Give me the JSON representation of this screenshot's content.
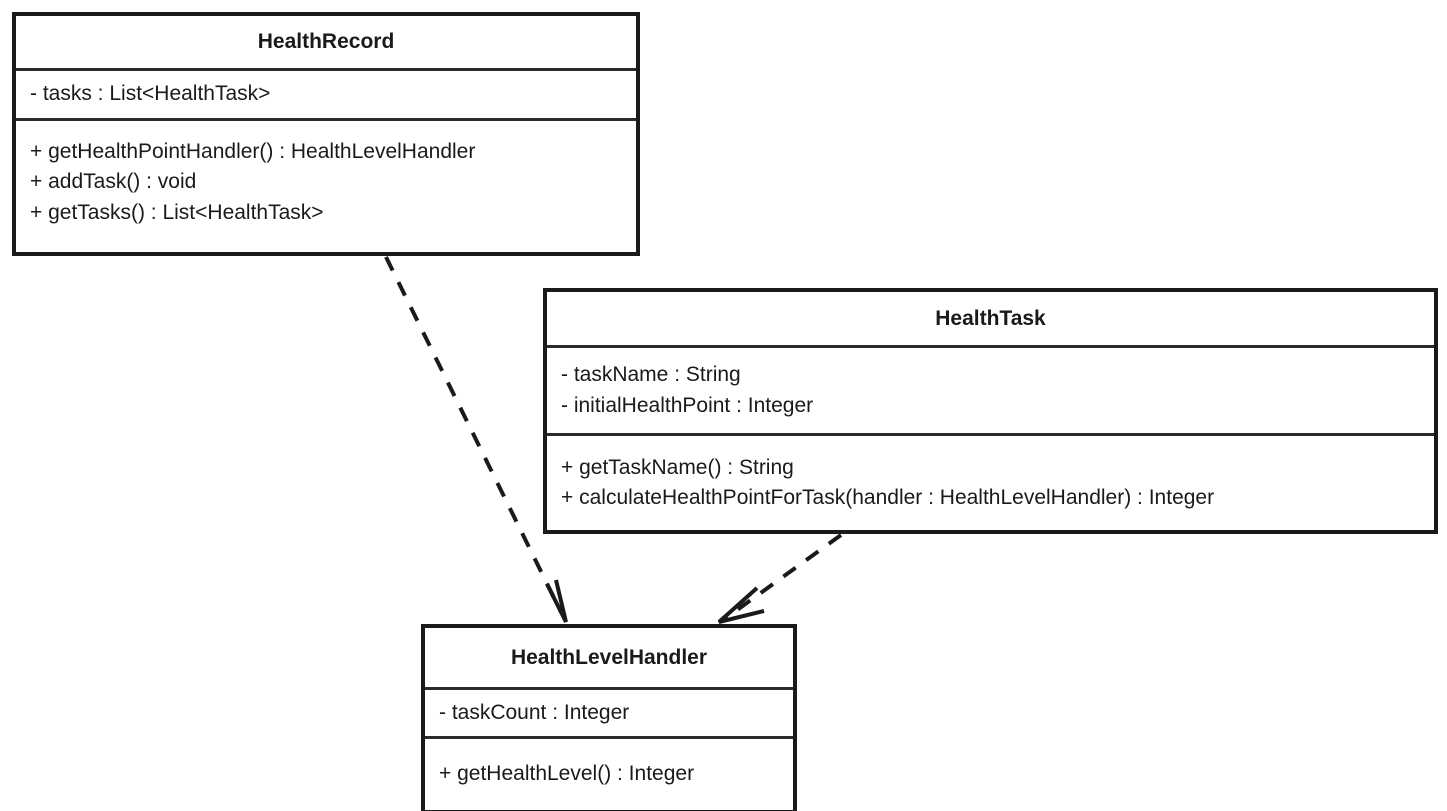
{
  "diagram": {
    "type": "uml-class-diagram",
    "background_color": "#ffffff",
    "line_color": "#1a1a1a",
    "text_color": "#1a1a1a"
  },
  "classes": [
    {
      "id": "health-record",
      "name": "HealthRecord",
      "attributes": [
        "- tasks : List<HealthTask>"
      ],
      "operations": [
        "+ getHealthPointHandler() : HealthLevelHandler",
        "+ addTask() : void",
        "+ getTasks() : List<HealthTask>"
      ]
    },
    {
      "id": "health-task",
      "name": "HealthTask",
      "attributes": [
        "- taskName : String",
        "- initialHealthPoint : Integer"
      ],
      "operations": [
        "+ getTaskName() : String",
        "+ calculateHealthPointForTask(handler : HealthLevelHandler) : Integer"
      ]
    },
    {
      "id": "health-level-handler",
      "name": "HealthLevelHandler",
      "attributes": [
        "- taskCount : Integer"
      ],
      "operations": [
        "+ getHealthLevel() : Integer"
      ]
    }
  ],
  "relationships": [
    {
      "id": "dep-record-to-handler",
      "kind": "dependency",
      "line_style": "dashed",
      "arrowhead": "open",
      "source": "HealthRecord",
      "target": "HealthLevelHandler",
      "label": ""
    },
    {
      "id": "dep-task-to-handler",
      "kind": "dependency",
      "line_style": "dashed",
      "arrowhead": "open",
      "source": "HealthTask",
      "target": "HealthLevelHandler",
      "label": ""
    }
  ]
}
